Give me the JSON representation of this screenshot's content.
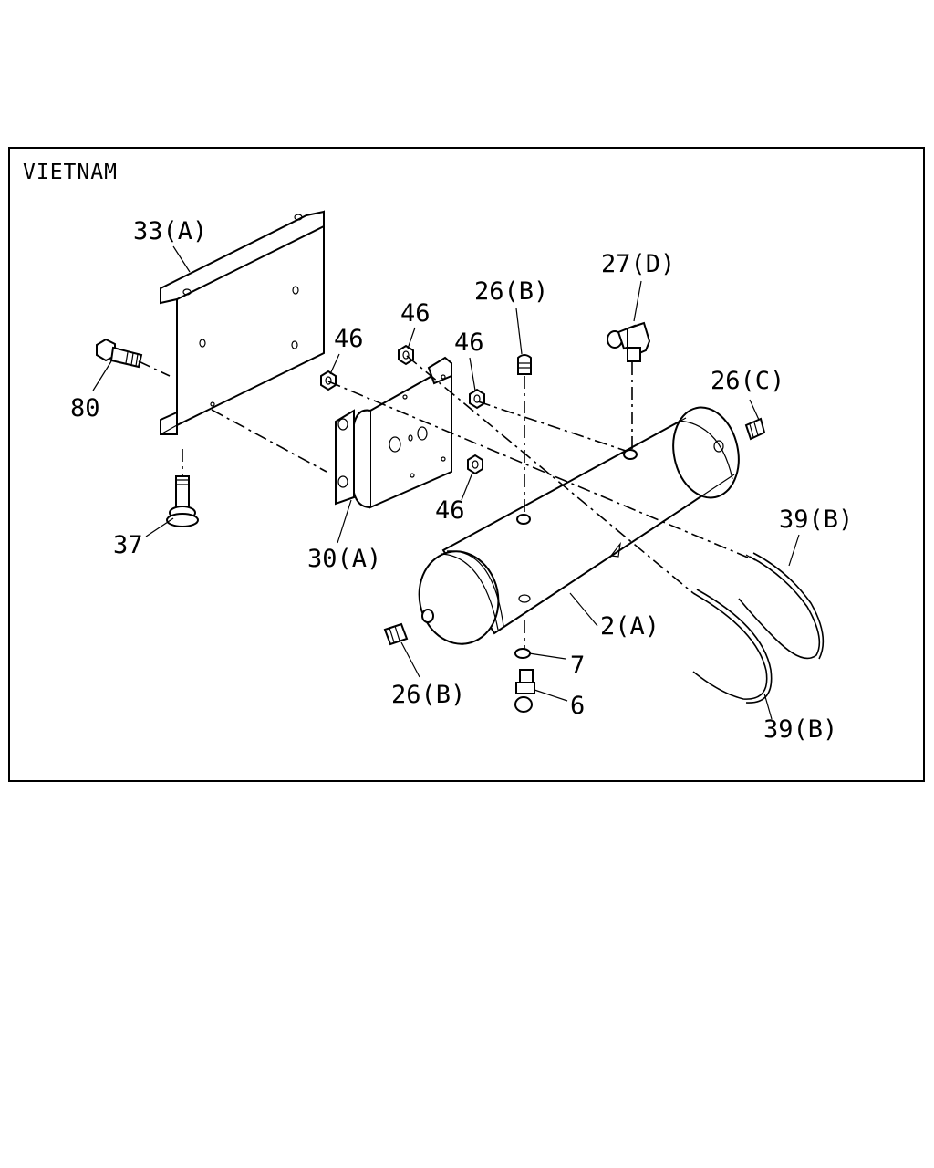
{
  "region_label": "VIETNAM",
  "callouts": {
    "bracket_upper": "33(A)",
    "bolt_80": "80",
    "bolt_37": "37",
    "bracket_lower": "30(A)",
    "nut_left": "46",
    "nut_mid": "46",
    "nut_right": "46",
    "nut_bottom": "46",
    "fitting_top": "26(B)",
    "elbow": "27(D)",
    "fitting_right": "26(C)",
    "pipe_upper": "39(B)",
    "pipe_lower": "39(B)",
    "tank": "2(A)",
    "washer": "7",
    "drain_valve": "6",
    "fitting_left": "26(B)"
  }
}
